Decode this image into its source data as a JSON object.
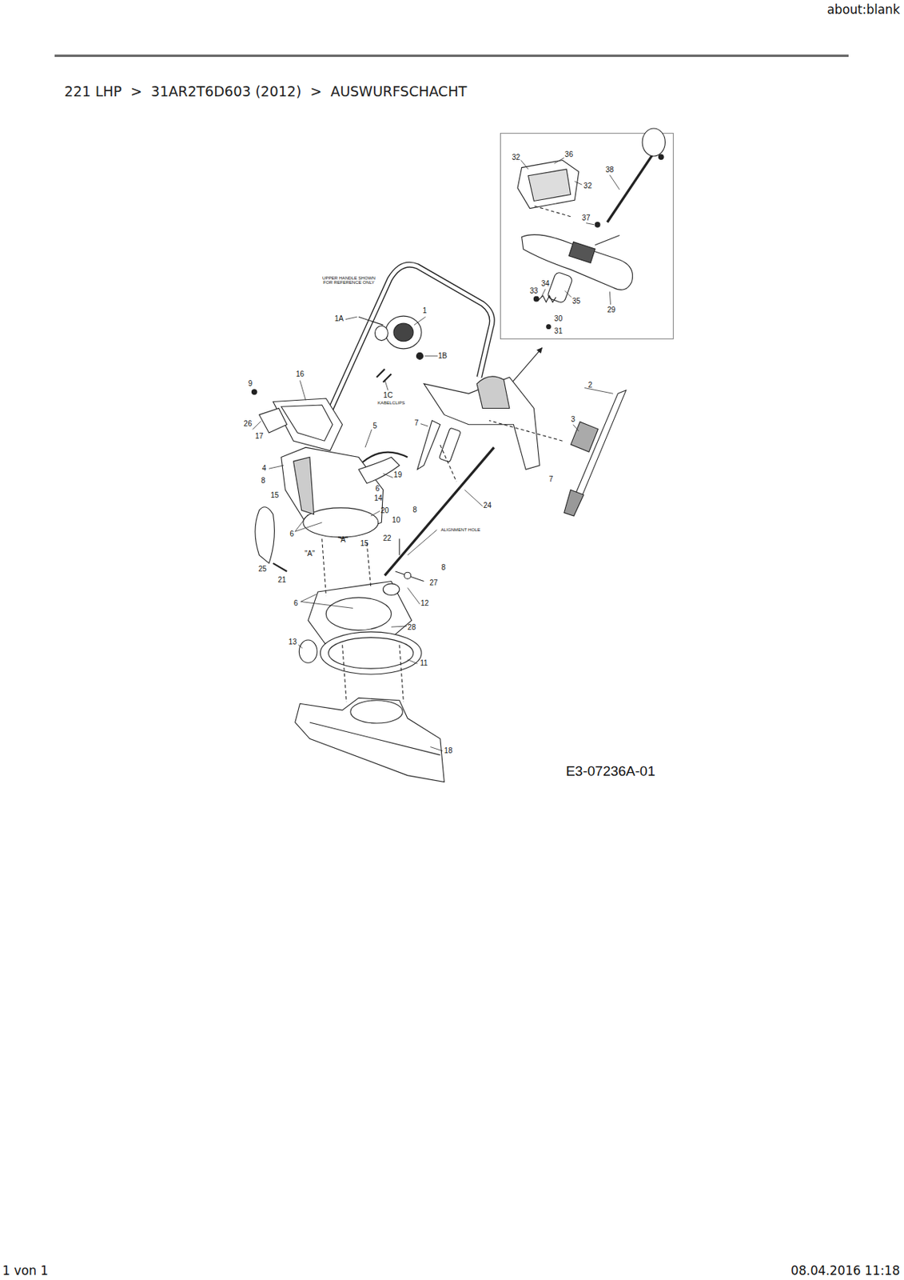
{
  "diagram": {
    "title": "221 LHP  >  31AR2T6D603 (2012)  >  AUSWURFSCHACHT",
    "labels": [
      "about:blank",
      "32",
      "36",
      "32",
      "38",
      "37",
      "34",
      "33",
      "35",
      "30",
      "31",
      "29",
      "UPPER HANDLE SHOWN FOR REFERENCE ONLY",
      "1",
      "1A",
      "1B",
      "1C",
      "KABELCLIPS",
      "9",
      "16",
      "2",
      "26",
      "17",
      "7",
      "3",
      "5",
      "4",
      "8",
      "19",
      "7",
      "6",
      "15",
      "14",
      "24",
      "20",
      "8",
      "10",
      "ALIGNMENT HOLE",
      "6",
      "\"A\"",
      "15",
      "22",
      "\"A\"",
      "25",
      "8",
      "21",
      "27",
      "6",
      "12",
      "28",
      "13",
      "11",
      "18",
      "E3-07236A-01",
      "1 von 1",
      "08.04.2016 11:18"
    ]
  }
}
